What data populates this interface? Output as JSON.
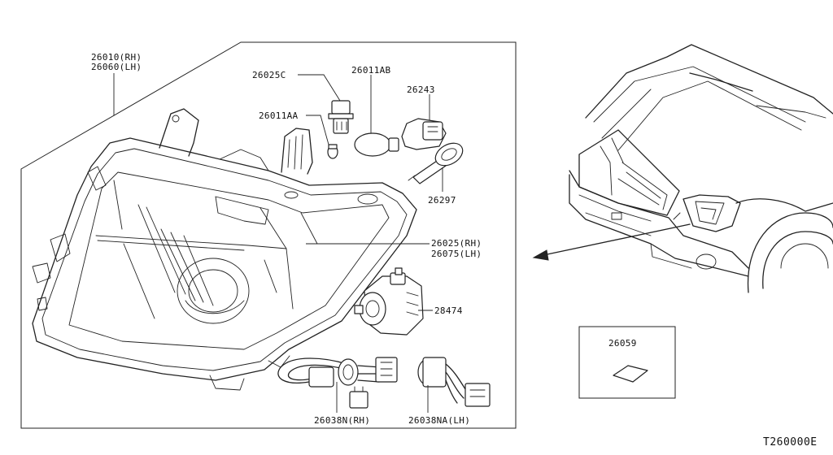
{
  "labels": {
    "p26010": "26010(RH)",
    "p26060": "26060(LH)",
    "p26025c": "26025C",
    "p26011ab": "26011AB",
    "p26243": "26243",
    "p26011aa": "26011AA",
    "p26297": "26297",
    "p26025": "26025(RH)",
    "p26075": "26075(LH)",
    "p28474": "28474",
    "p26038n": "26038N(RH)",
    "p26038na": "26038NA(LH)",
    "p26059": "26059",
    "diagram_ref": "T260000E"
  }
}
